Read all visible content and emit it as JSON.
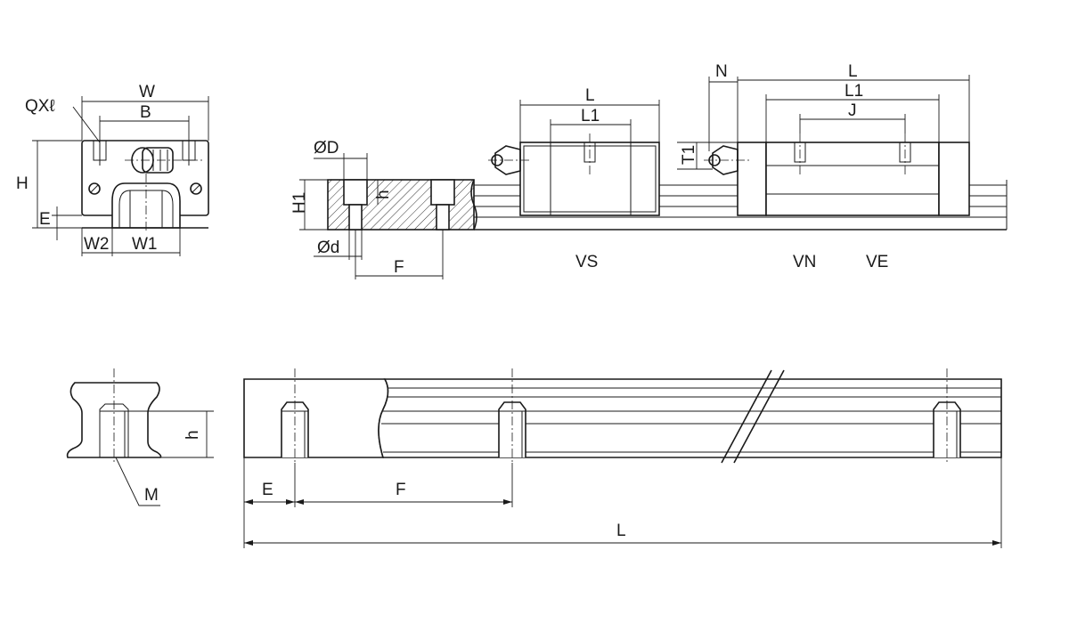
{
  "front_view": {
    "label_qxl": "QXℓ",
    "label_w": "W",
    "label_b": "B",
    "label_h": "H",
    "label_e": "E",
    "label_w2": "W2",
    "label_w1": "W1"
  },
  "side_section": {
    "label_od": "ØD",
    "label_h1": "H1",
    "label_h": "h",
    "label_d": "Ød",
    "label_f": "F"
  },
  "block_vs": {
    "label_l": "L",
    "label_l1": "L1",
    "label_t1": "T1",
    "caption": "VS"
  },
  "block_vn_ve": {
    "label_n": "N",
    "label_l": "L",
    "label_l1": "L1",
    "label_j": "J",
    "caption_vn": "VN",
    "caption_ve": "VE"
  },
  "rail_section": {
    "label_h": "h",
    "label_m": "M"
  },
  "rail_side": {
    "label_e": "E",
    "label_f": "F",
    "label_l": "L"
  }
}
